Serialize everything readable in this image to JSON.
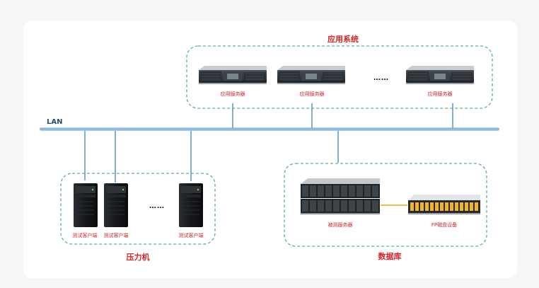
{
  "lan": {
    "label": "LAN"
  },
  "app_group": {
    "title": "应用系统",
    "servers": [
      {
        "label": "应用服务器"
      },
      {
        "label": "应用服务器"
      },
      {
        "label": "应用服务器"
      }
    ],
    "ellipsis": "……"
  },
  "pressure_group": {
    "title": "压力机",
    "clients": [
      {
        "label": "测试客户端"
      },
      {
        "label": "测试客户端"
      },
      {
        "label": "测试客户端"
      }
    ],
    "ellipsis": "……"
  },
  "db_group": {
    "title": "数据库",
    "server_label": "被测服务器",
    "storage_label": "FP磁盘设备"
  },
  "colors": {
    "lan_line": "#8db8de",
    "link_line": "#5f9bc8",
    "group_border": "#5cb57a",
    "caption": "#d8232a",
    "storage_accent": "#f0b42a"
  }
}
